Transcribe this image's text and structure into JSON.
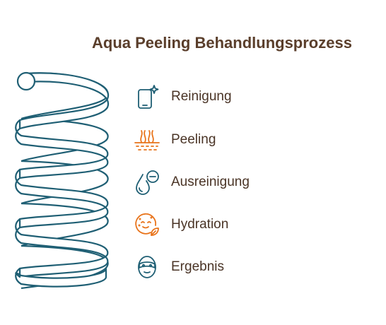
{
  "title": "Aqua Peeling Behandlungsprozess",
  "colors": {
    "title": "#5a3e2b",
    "text": "#4a3426",
    "teal": "#1f5f74",
    "orange": "#e8731a",
    "coil": "#1f5f74"
  },
  "steps": [
    {
      "label": "Reinigung",
      "icon": "phone-sparkle-icon",
      "color": "teal"
    },
    {
      "label": "Peeling",
      "icon": "skin-hair-icon",
      "color": "orange"
    },
    {
      "label": "Ausreinigung",
      "icon": "drop-minus-icon",
      "color": "teal"
    },
    {
      "label": "Hydration",
      "icon": "face-leaf-icon",
      "color": "orange"
    },
    {
      "label": "Ergebnis",
      "icon": "face-mask-icon",
      "color": "teal"
    }
  ]
}
